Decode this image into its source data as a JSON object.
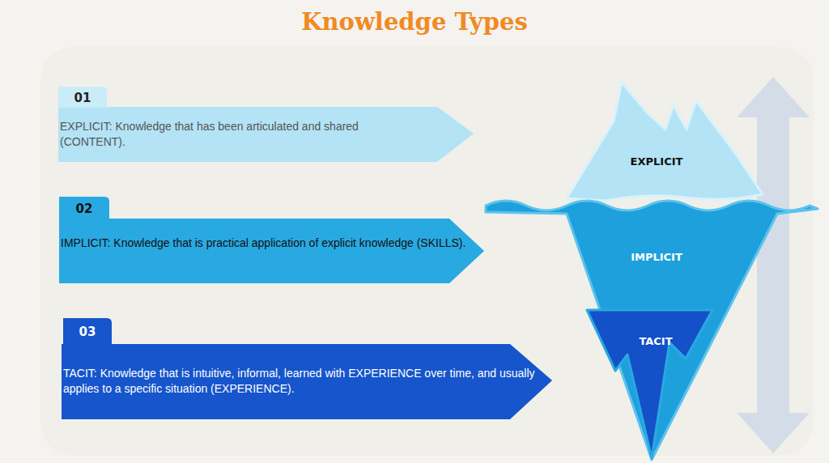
{
  "diagram": {
    "title": "Knowledge Types",
    "nodes": [
      {
        "text": [
          "01",
          "EXPLICIT: Knowledge that has been articulated and shared (CONTENT)."
        ]
      },
      {
        "text": [
          "02",
          "IMPLICIT: Knowledge that is practical application of explicit knowledge (SKILLS)."
        ]
      },
      {
        "text": [
          "03",
          "TACIT: Knowledge that is intuitive, informal, learned with EXPERIENCE over time, and usually applies to a specific situation (EXPERIENCE)."
        ]
      },
      {
        "text": [
          "EXPLICIT"
        ]
      },
      {
        "text": [
          "IMPLICIT"
        ]
      },
      {
        "text": [
          "TACIT"
        ],
        "in": 4
      }
    ]
  }
}
